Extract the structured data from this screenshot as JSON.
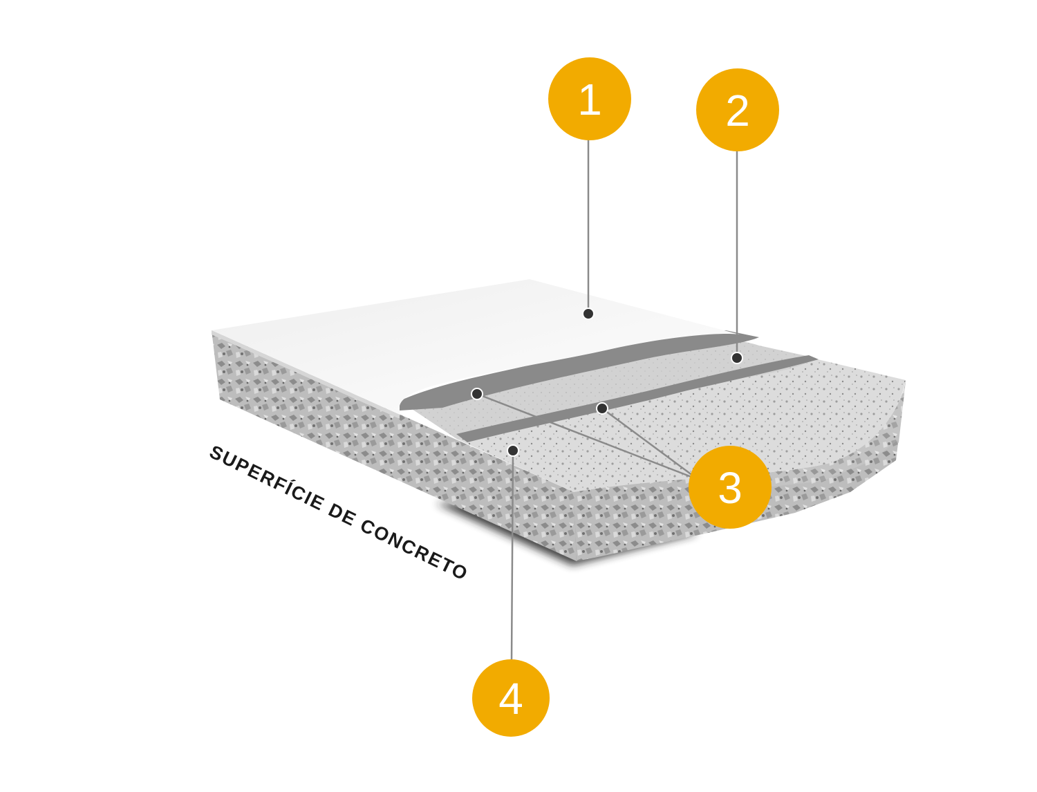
{
  "diagram": {
    "surface_label": "SUPERFÍCIE DE CONCRETO",
    "badge_color": "#F2AB00",
    "callouts": [
      {
        "label": "1"
      },
      {
        "label": "2"
      },
      {
        "label": "3"
      },
      {
        "label": "4"
      }
    ]
  }
}
